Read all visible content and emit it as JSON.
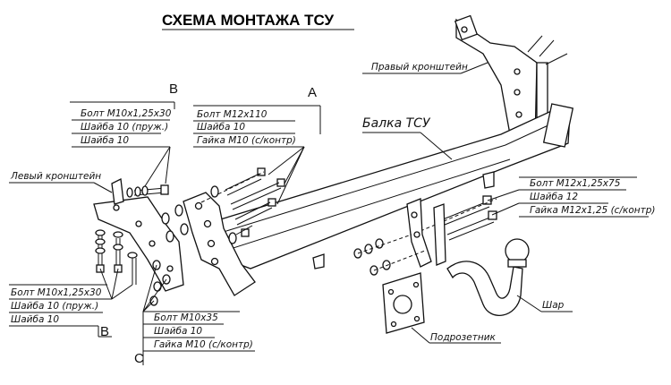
{
  "title": "СХЕМА МОНТАЖА ТСУ",
  "labels": {
    "right_bracket": "Правый кронштейн",
    "beam": "Балка ТСУ",
    "left_bracket": "Левый кронштейн",
    "ball": "Шар",
    "socket_plate": "Подрозетник"
  },
  "letters": {
    "a": "А",
    "b_top": "B",
    "b_bottom": "B",
    "c": "C"
  },
  "callout_b_top": [
    "Болт М10х1,25х30",
    "Шайба 10 (пруж.)",
    "Шайба 10"
  ],
  "callout_a": [
    "Болт М12х110",
    "Шайба 10",
    "Гайка М10 (с/контр)"
  ],
  "callout_right": [
    "Болт М12х1,25х75",
    "Шайба 12",
    "Гайка М12х1,25 (с/контр)"
  ],
  "callout_b_bottom": [
    "Болт М10х1,25х30",
    "Шайба 10 (пруж.)",
    "Шайба 10"
  ],
  "callout_c": [
    "Болт М10х35",
    "Шайба 10",
    "Гайка М10 (с/контр)"
  ]
}
